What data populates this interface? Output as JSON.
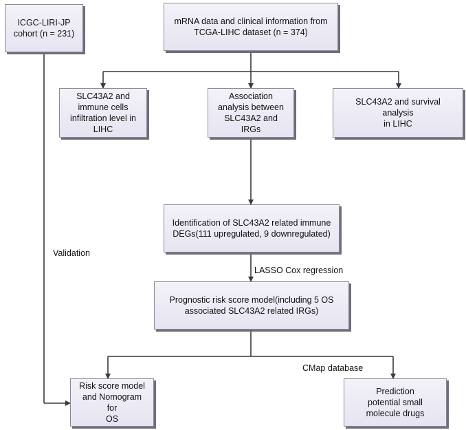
{
  "boxes": {
    "icgc": "ICGC-LIRI-JP\ncohort (n = 231)",
    "tcga": "mRNA data  and  clinical information from\nTCGA-LIHC dataset (n = 374)",
    "immune": "SLC43A2 and\nimmune  cells\ninfiltration level in\nLIHC",
    "association": "Association\nanalysis between\nSLC43A2 and\nIRGs",
    "survival": "SLC43A2 and survival analysis\nin LIHC",
    "degs": "Identification of SLC43A2 related immune\nDEGs(111 upregulated,  9 downregulated)",
    "model": "Prognostic risk score model(including 5 OS\nassociated SLC43A2 related IRGs)",
    "nomogram": "Risk score model\nand Nomogram for\nOS",
    "drugs": "Prediction\npotential small\nmolecule drugs"
  },
  "labels": {
    "validation": "Validation",
    "lasso": "LASSO Cox regression",
    "cmap": "CMap database"
  }
}
